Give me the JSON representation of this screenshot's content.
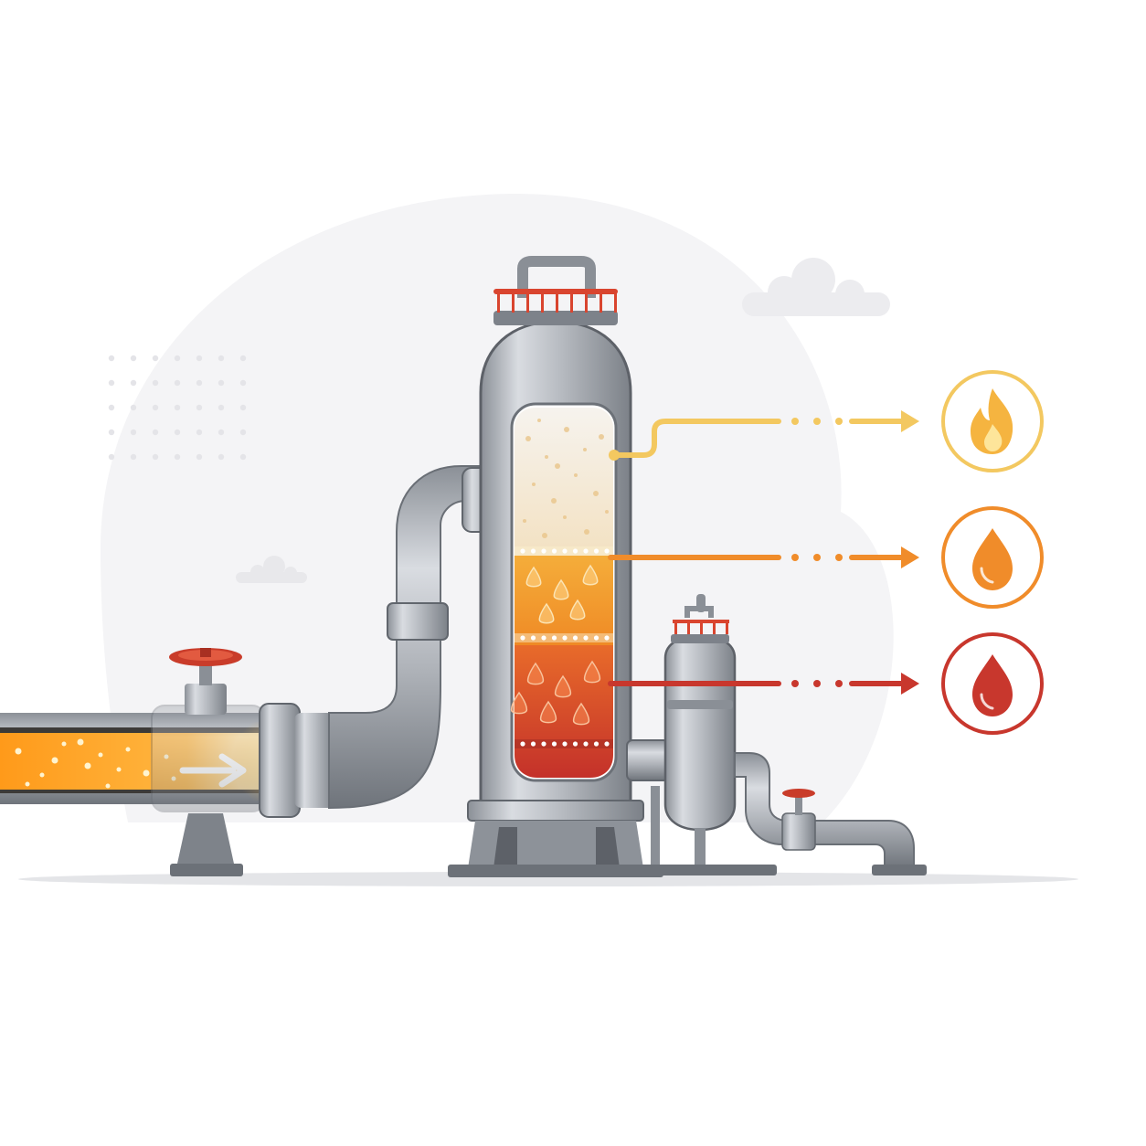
{
  "colors": {
    "background": "#ffffff",
    "backdrop_circle": "#f4f4f6",
    "steel_light": "#d6d9de",
    "steel_mid": "#a4a9b0",
    "steel_dark": "#6f747b",
    "steel_outline": "#5d6168",
    "railing": "#d9452f",
    "valve_wheel": "#c93c2a",
    "flow_glow": "#ffb020",
    "gas": "#f3c860",
    "light_liquid": "#f08c2a",
    "heavy_liquid": "#c8372d",
    "ground_shadow": "#e4e5e8"
  },
  "flow": {
    "direction": "right"
  },
  "fractions": [
    {
      "name": "gas-fraction",
      "icon": "flame-icon",
      "color": "#f3c860"
    },
    {
      "name": "light-oil-fraction",
      "icon": "droplet-icon",
      "color": "#f08c2a"
    },
    {
      "name": "heavy-fraction",
      "icon": "blood-drop-icon",
      "color": "#c8372d"
    }
  ]
}
